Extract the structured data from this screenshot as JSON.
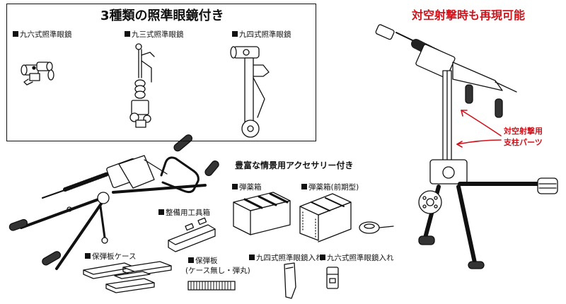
{
  "scope_box": {
    "title": "3種類の照準眼鏡付き",
    "scopes": [
      {
        "label": "九六式照準眼鏡"
      },
      {
        "label": "九三式照準眼鏡"
      },
      {
        "label": "九四式照準眼鏡"
      }
    ]
  },
  "headline_right": "対空射撃時も再現可能",
  "callout": {
    "line1": "対空射撃用",
    "line2": "支柱パーツ"
  },
  "accessories": {
    "heading": "豊富な情景用アクセサリー付き",
    "items": [
      {
        "label": "弾薬箱"
      },
      {
        "label": "弾薬箱(前期型)"
      },
      {
        "label": "整備用工具箱"
      },
      {
        "label": "保弾板ケース"
      },
      {
        "label": "保弾板"
      },
      {
        "label": "(ケース無し・弾丸)"
      },
      {
        "label": "九四式照準眼鏡入れ"
      },
      {
        "label": "九六式照準眼鏡入れ"
      }
    ]
  },
  "colors": {
    "accent_red": "#d0121b",
    "ink": "#111111"
  }
}
